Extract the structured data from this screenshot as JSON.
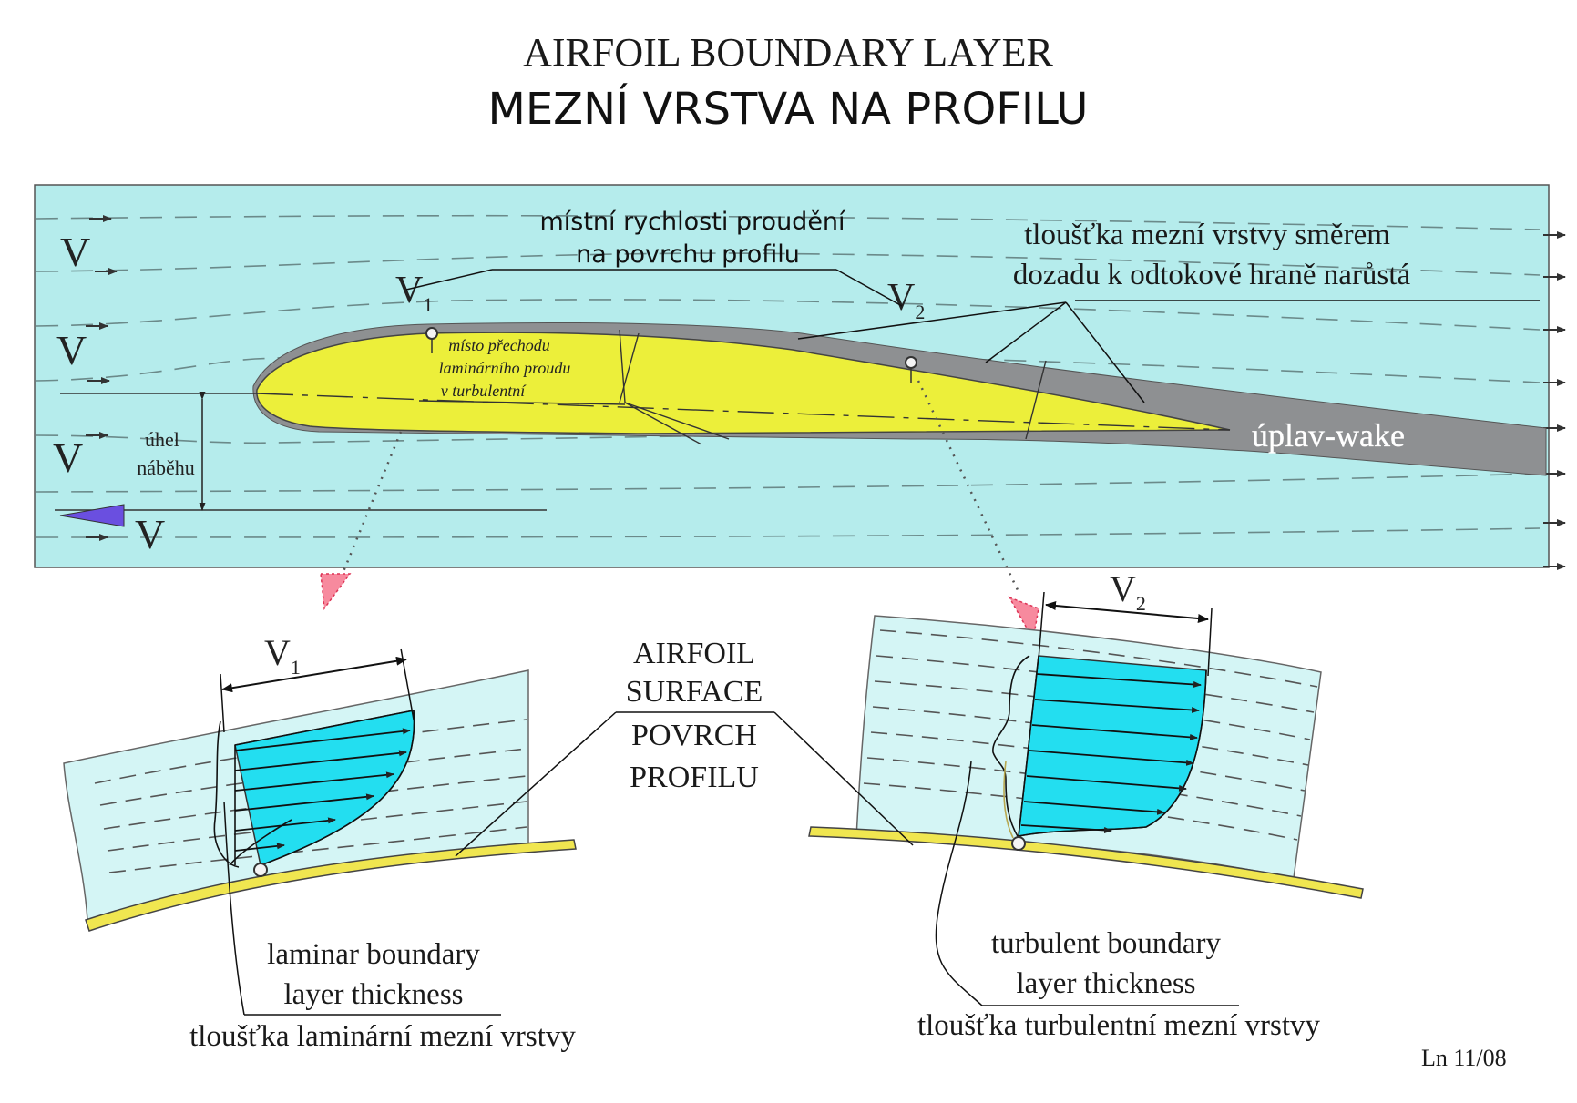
{
  "title_en": "AIRFOIL  BOUNDARY  LAYER",
  "title_cz": "MEZNÍ  VRSTVA  NA  PROFILU",
  "flow": {
    "free_stream": "V",
    "v1": "V",
    "v1_sub": "1",
    "v2": "V",
    "v2_sub": "2",
    "local_velocity_label": [
      "místní rychlosti proudění",
      "na povrchu profilu"
    ],
    "thickness_growth_label": [
      "tloušťka mezní vrstvy směrem",
      "dozadu k odtokové hraně narůstá"
    ],
    "transition_label": [
      "místo přechodu",
      "laminárního proudu",
      "v turbulentní"
    ],
    "angle_label": [
      "úhel",
      "náběhu"
    ],
    "wake_label": "úplav-wake"
  },
  "surface_label": [
    "AIRFOIL",
    "SURFACE",
    "POVRCH",
    "PROFILU"
  ],
  "laminar_label": [
    "laminar boundary",
    "layer thickness",
    "tloušťka laminární mezní vrstvy"
  ],
  "turbulent_label": [
    "turbulent boundary",
    "layer thickness",
    "tloušťka turbulentní mezní vrstvy"
  ],
  "signature": "Ln 11/08",
  "colors": {
    "flow_bg": "#b5ecec",
    "detail_bg": "#d4f5f5",
    "airfoil": "#ecef3a",
    "boundary_layer": "#8e9092",
    "velocity_profile": "#23def0",
    "surface": "#f0e650",
    "free_stream_arrow": "#6a4fe0",
    "pointer": "#f78a9e"
  }
}
